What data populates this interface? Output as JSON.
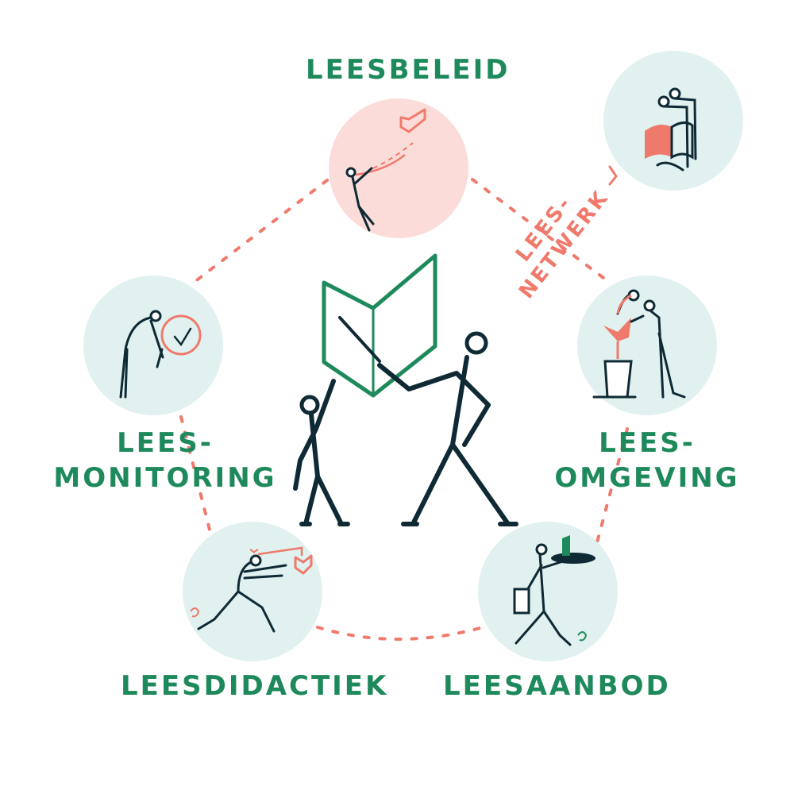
{
  "labels": {
    "leesbeleid": "LEESBELEID",
    "leesmonitoring_1": "LEES-",
    "leesmonitoring_2": "MONITORING",
    "leesomgeving_1": "LEES-",
    "leesomgeving_2": "OMGEVING",
    "leesdidactiek": "LEESDIDACTIEK",
    "leesaanbod": "LEESAANBOD",
    "leesnetwerk_1": "LEES-",
    "leesnetwerk_2": "NETWERK"
  },
  "colors": {
    "green": "#1e8a5b",
    "salmon": "#ef7a6c",
    "mint": "#e0f1ef",
    "pink": "#fbdcd9",
    "ink": "#0f2a35"
  },
  "icons": {
    "center": "adult-and-child-holding-book",
    "leesbeleid": "person-flying-book-kite",
    "leesnetwerk": "people-reading-book",
    "leesmonitoring": "person-with-magnifier",
    "leesomgeving": "people-watering-book-plant",
    "leesdidactiek": "person-running-with-book-lure",
    "leesaanbod": "waiter-serving-book"
  }
}
